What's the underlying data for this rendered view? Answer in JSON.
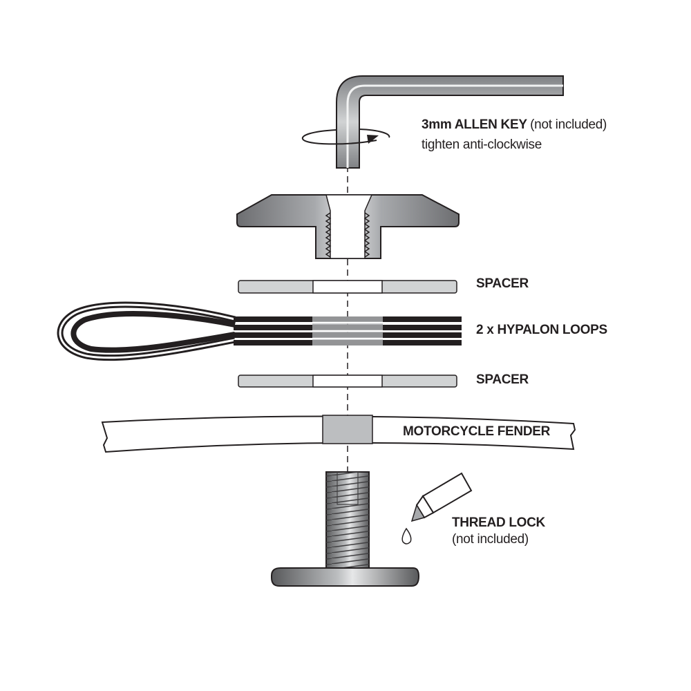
{
  "labels": {
    "allen_key_title": "3mm ALLEN KEY",
    "allen_key_note": "(not included)",
    "allen_key_instruction": "tighten anti-clockwise",
    "spacer_top": "SPACER",
    "hypalon_loops": "2 x HYPALON LOOPS",
    "spacer_bottom": "SPACER",
    "motorcycle_fender": "MOTORCYCLE FENDER",
    "thread_lock": "THREAD LOCK",
    "thread_lock_note": "(not included)"
  },
  "colors": {
    "outline": "#231f20",
    "metal_dark": "#8a8c8e",
    "metal_mid": "#a7a9ac",
    "metal_light": "#d1d3d4",
    "spacer_fill": "#d1d3d4",
    "fender_insert": "#bcbec0",
    "loop_band": "#231f20"
  }
}
